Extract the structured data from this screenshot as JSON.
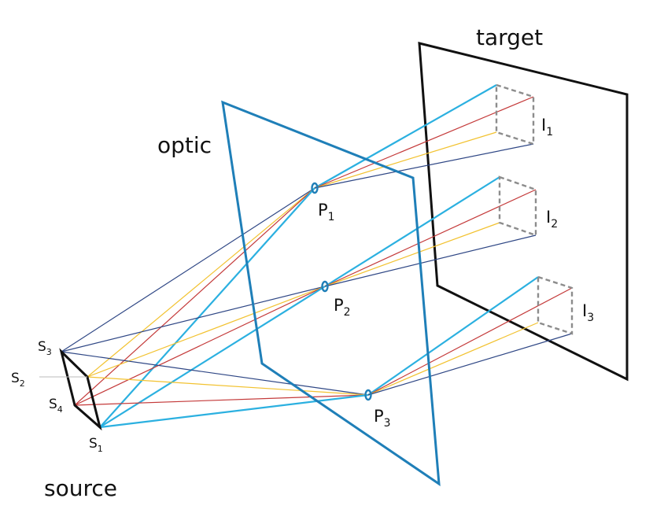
{
  "labels": {
    "target": "target",
    "optic": "optic",
    "source": "source"
  },
  "source_points": [
    {
      "base": "S",
      "sub": "1"
    },
    {
      "base": "S",
      "sub": "2"
    },
    {
      "base": "S",
      "sub": "3"
    },
    {
      "base": "S",
      "sub": "4"
    }
  ],
  "pinholes": [
    {
      "base": "P",
      "sub": "1"
    },
    {
      "base": "P",
      "sub": "2"
    },
    {
      "base": "P",
      "sub": "3"
    }
  ],
  "images": [
    {
      "base": "I",
      "sub": "1"
    },
    {
      "base": "I",
      "sub": "2"
    },
    {
      "base": "I",
      "sub": "3"
    }
  ],
  "colors": {
    "s1_ray": "#2bb0e0",
    "s2_ray": "#f2c230",
    "s3_ray": "#2f4785",
    "s4_ray": "#c43a3a",
    "optic_plane": "#1f7fb8",
    "target_plane": "#111111",
    "image_box": "#8c8c8c",
    "source_box": "#111111"
  }
}
